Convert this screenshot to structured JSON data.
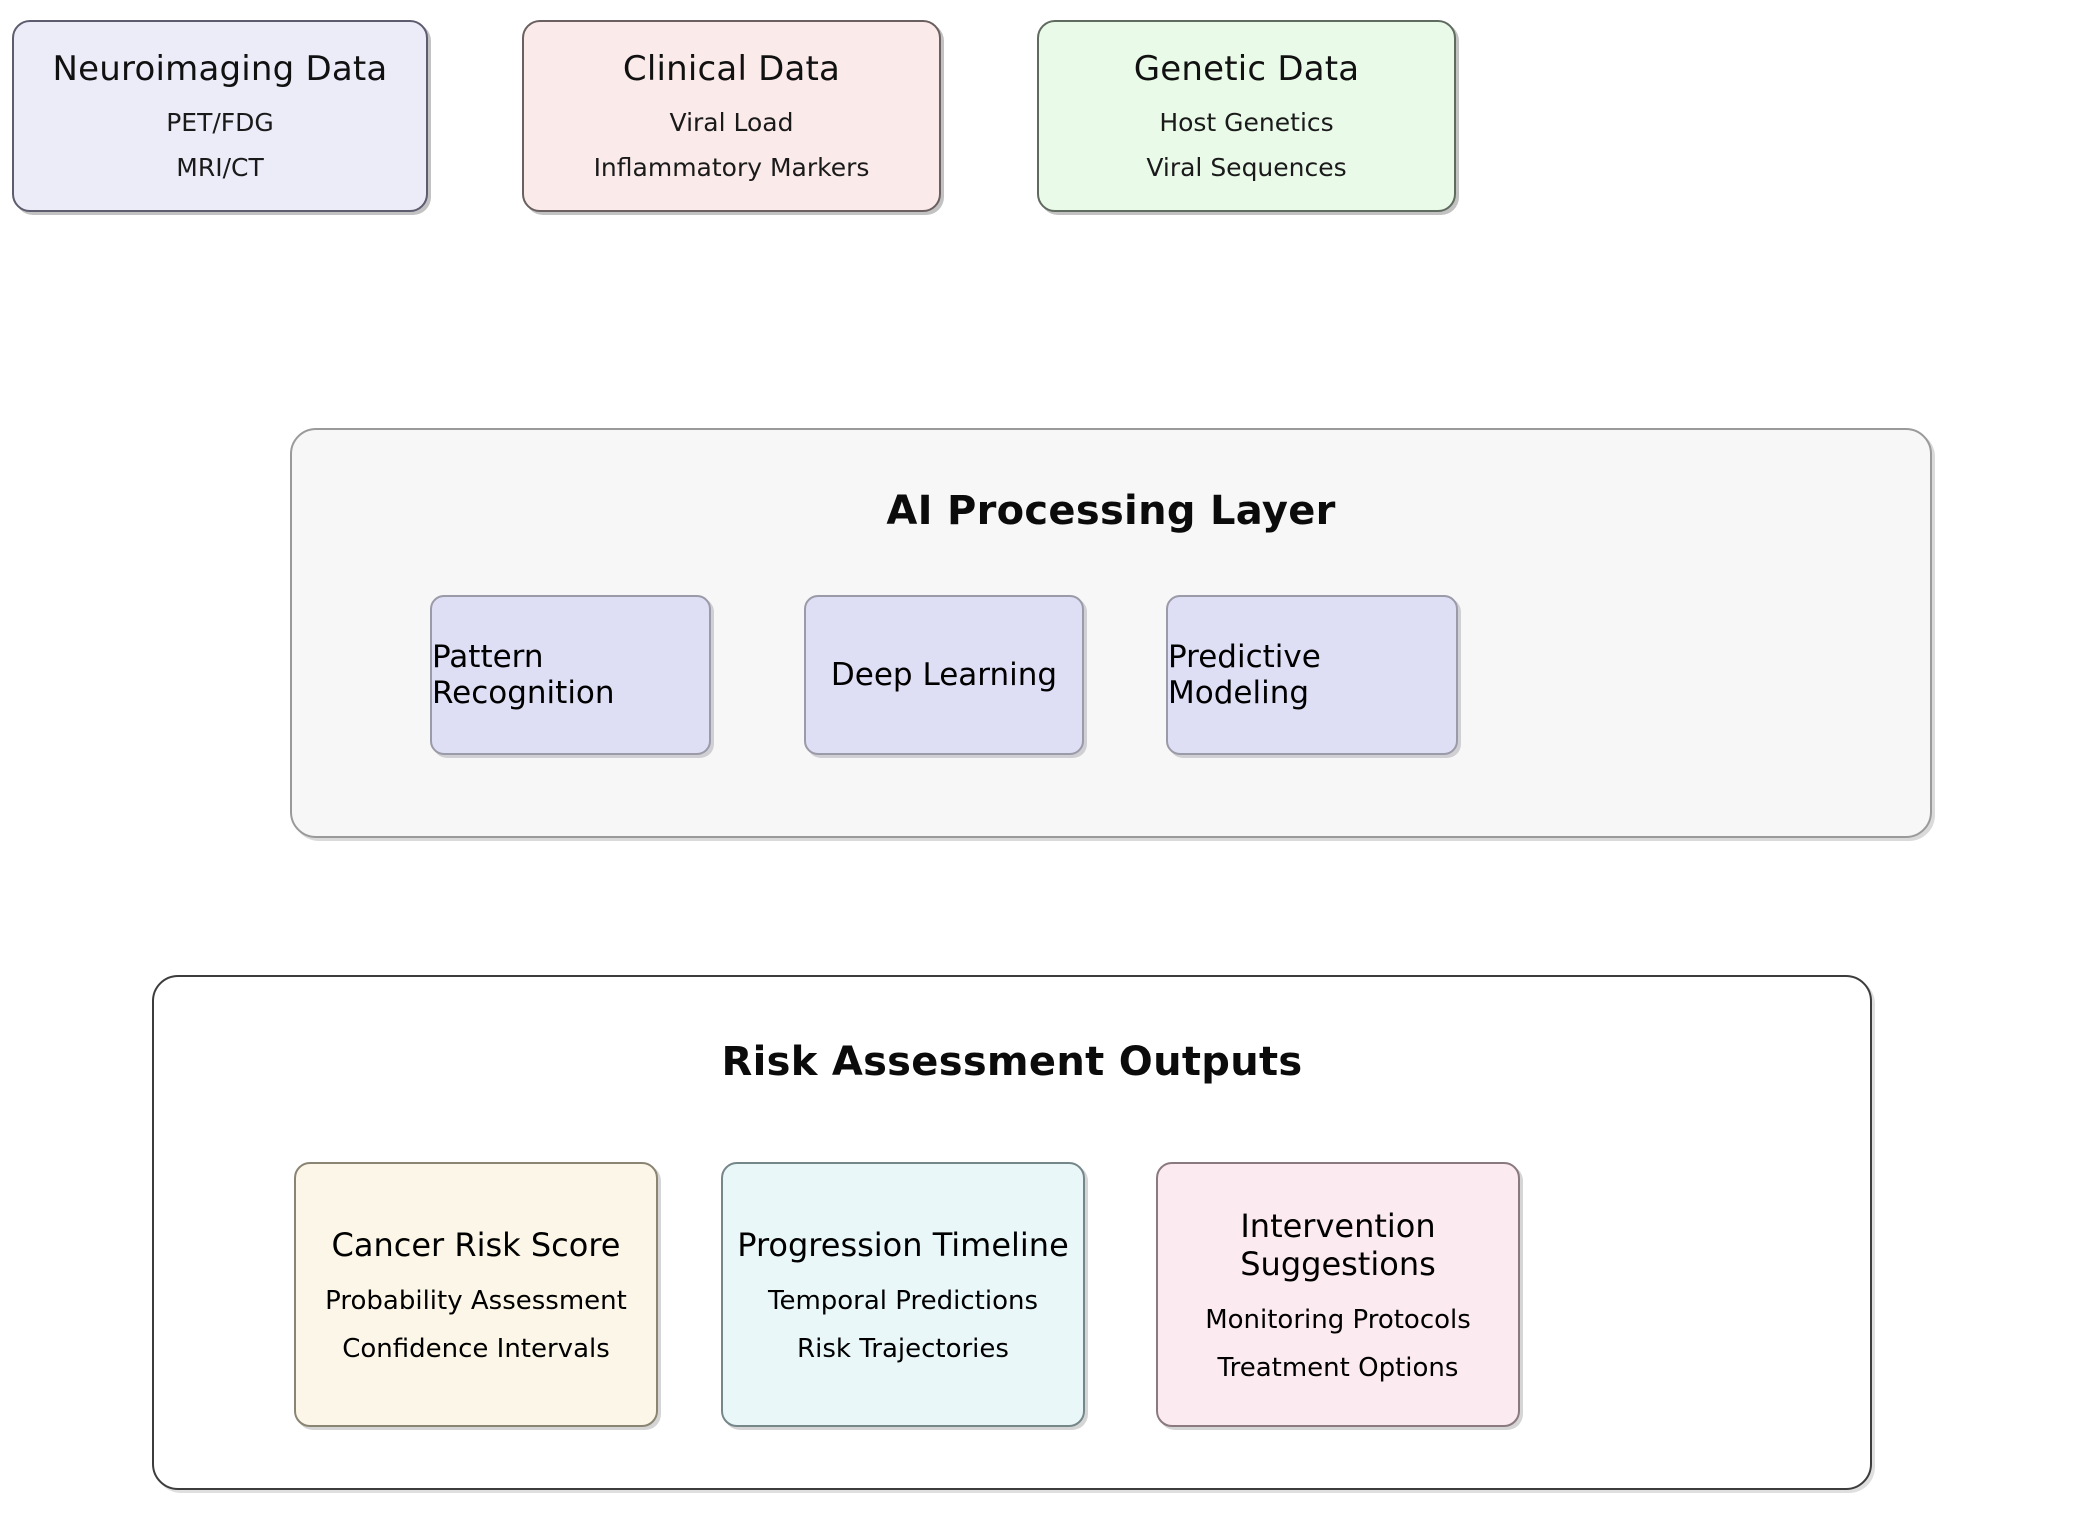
{
  "diagram": {
    "sources": [
      {
        "name": "neuroimaging",
        "title": "Neuroimaging Data",
        "sub1": "PET/FDG",
        "sub2": "MRI/CT",
        "fill": "#ececf9"
      },
      {
        "name": "clinical",
        "title": "Clinical Data",
        "sub1": "Viral Load",
        "sub2": "Inflammatory Markers",
        "fill": "#fbeaea"
      },
      {
        "name": "genetic",
        "title": "Genetic Data",
        "sub1": "Host Genetics",
        "sub2": "Viral Sequences",
        "fill": "#eafae9"
      }
    ],
    "ai_layer": {
      "title": "AI Processing Layer",
      "fill": "#f7f7f7",
      "nodes": [
        {
          "name": "pattern-recognition",
          "title": "Pattern Recognition",
          "fill": "#dedef4"
        },
        {
          "name": "deep-learning",
          "title": "Deep Learning",
          "fill": "#dedef4"
        },
        {
          "name": "predictive-modeling",
          "title": "Predictive Modeling",
          "fill": "#dedef4"
        }
      ]
    },
    "outputs_layer": {
      "title": "Risk Assessment Outputs",
      "fill": "#ffffff",
      "nodes": [
        {
          "name": "cancer-risk-score",
          "title": "Cancer Risk Score",
          "sub1": "Probability Assessment",
          "sub2": "Confidence Intervals",
          "fill": "#fbf6e7"
        },
        {
          "name": "progression-timeline",
          "title": "Progression Timeline",
          "sub1": "Temporal Predictions",
          "sub2": "Risk Trajectories",
          "fill": "#e9f7f9"
        },
        {
          "name": "intervention-suggestions",
          "title": "Intervention Suggestions",
          "sub1": "Monitoring Protocols",
          "sub2": "Treatment Options",
          "fill": "#fbeaef"
        }
      ]
    }
  }
}
